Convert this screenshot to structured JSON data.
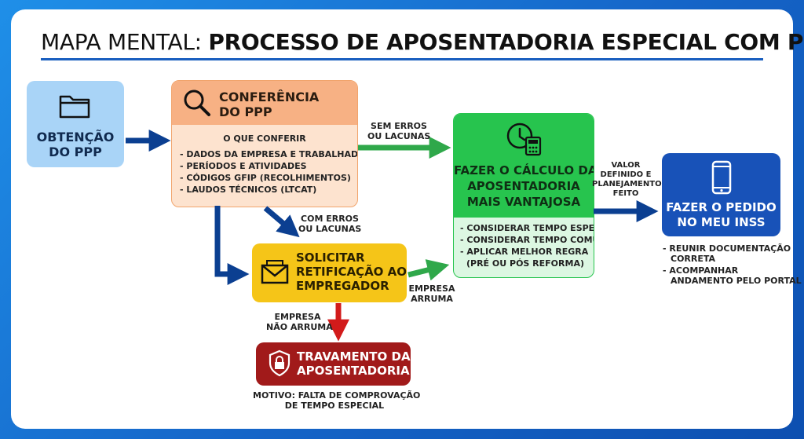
{
  "title": {
    "prefix": "MAPA MENTAL:",
    "main": "PROCESSO DE APOSENTADORIA ESPECIAL COM PPP"
  },
  "nodes": {
    "obtencao": {
      "label_1": "OBTENÇÃO",
      "label_2": "DO PPP",
      "icon": "folder-icon"
    },
    "conferencia": {
      "title_1": "CONFERÊNCIA",
      "title_2": "DO PPP",
      "subtitle": "O QUE CONFERIR",
      "items": [
        "- DADOS DA EMPRESA E TRABALHADOR",
        "- PERÍODOS E ATIVIDADES",
        "- CÓDIGOS GFIP (RECOLHIMENTOS)",
        "- LAUDOS TÉCNICOS (LTCAT)"
      ],
      "icon": "magnifier-icon"
    },
    "calculo": {
      "title_1": "FAZER O CÁLCULO DA",
      "title_2": "APOSENTADORIA",
      "title_3": "MAIS VANTAJOSA",
      "items": [
        "- CONSIDERAR TEMPO ESPECIAL",
        "- CONSIDERAR TEMPO COMUM",
        "- APLICAR MELHOR REGRA",
        "(PRÉ OU PÓS REFORMA)"
      ],
      "icon": "clock-calculator-icon"
    },
    "pedido": {
      "label_1": "FAZER O PEDIDO",
      "label_2": "NO MEU INSS",
      "notes": [
        "- REUNIR DOCUMENTAÇÃO",
        "CORRETA",
        "- ACOMPANHAR",
        "ANDAMENTO PELO PORTAL"
      ],
      "icon": "smartphone-icon"
    },
    "solicitar": {
      "label_1": "SOLICITAR",
      "label_2": "RETIFICAÇÃO AO",
      "label_3": "EMPREGADOR",
      "icon": "envelope-icon"
    },
    "travamento": {
      "label_1": "TRAVAMENTO DA",
      "label_2": "APOSENTADORIA",
      "note_1": "MOTIVO: FALTA DE COMPROVAÇÃO",
      "note_2": "DE TEMPO ESPECIAL",
      "icon": "lock-shield-icon"
    }
  },
  "edges": {
    "sem_erros": [
      "SEM ERROS",
      "OU LACUNAS"
    ],
    "com_erros": [
      "COM ERROS",
      "OU LACUNAS"
    ],
    "empresa_arruma": [
      "EMPRESA",
      "ARRUMA"
    ],
    "empresa_nao_arruma": [
      "EMPRESA",
      "NÃO ARRUMA"
    ],
    "valor_definido": [
      "VALOR",
      "DEFINIDO E",
      "PLANEJAMENTO",
      "FEITO"
    ]
  },
  "colors": {
    "blue_dark": "#0b3f91",
    "green": "#2fa84a",
    "red": "#d21b1b",
    "orange_box": "#f7b184",
    "yellow_box": "#f5c518",
    "green_box": "#27c44e",
    "inss_blue": "#1852b8"
  }
}
